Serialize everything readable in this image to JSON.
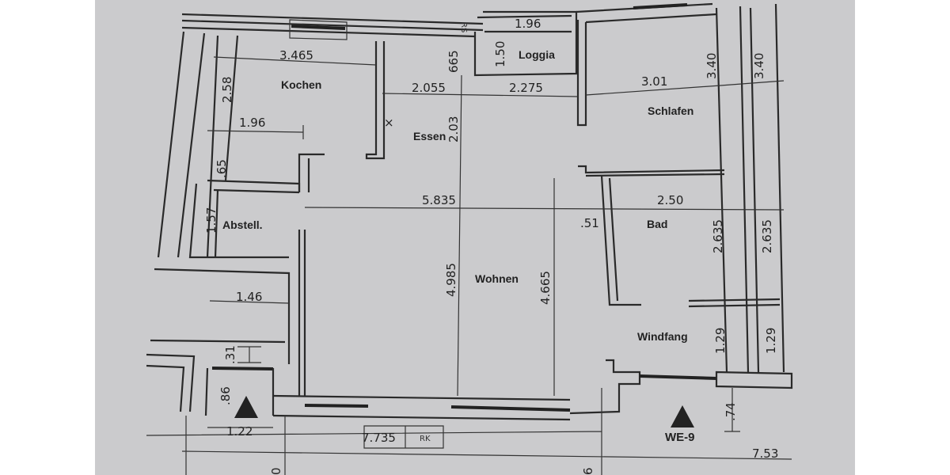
{
  "plan": {
    "rooms": {
      "kochen": "Kochen",
      "essen": "Essen",
      "loggia": "Loggia",
      "schlafen": "Schlafen",
      "abstell": "Abstell.",
      "wohnen": "Wohnen",
      "bad": "Bad",
      "windfang": "Windfang"
    },
    "unit_label": "WE-9",
    "dimensions": {
      "kochen_width": "3.465",
      "kochen_height": "2.58",
      "kochen_inner": "1.96",
      "kochen_65": ".65",
      "abstell_height": "1.57",
      "essen_width": "2.055",
      "essen_height": "2.03",
      "essen_665": "665",
      "loggia_width": "1.96",
      "loggia_height": "1.50",
      "mid_width": "2.275",
      "schlafen_width": "3.01",
      "schlafen_height": "3.40",
      "schlafen_outer_height": "3.40",
      "total_width": "5.835",
      "wohnen_height": "4.985",
      "wohnen_height2": "4.665",
      "bad_width": "2.50",
      "bad_offset": ".51",
      "bad_height": "2.635",
      "bad_outer_height": "2.635",
      "windfang_height": "1.29",
      "windfang_outer_height": "1.29",
      "entry_74": ".74",
      "stair_width": "1.46",
      "stair_31": ".31",
      "stair_86": ".86",
      "stair_122": "1.22",
      "bottom_7735": "7.735",
      "bottom_rk": "RK",
      "bottom_753": "7.53",
      "bottom_0": "0",
      "bottom_6": "6",
      "rs_mark": "RS"
    },
    "colors": {
      "paper": "#cbcbcd",
      "ink": "#2a2a2a"
    }
  }
}
